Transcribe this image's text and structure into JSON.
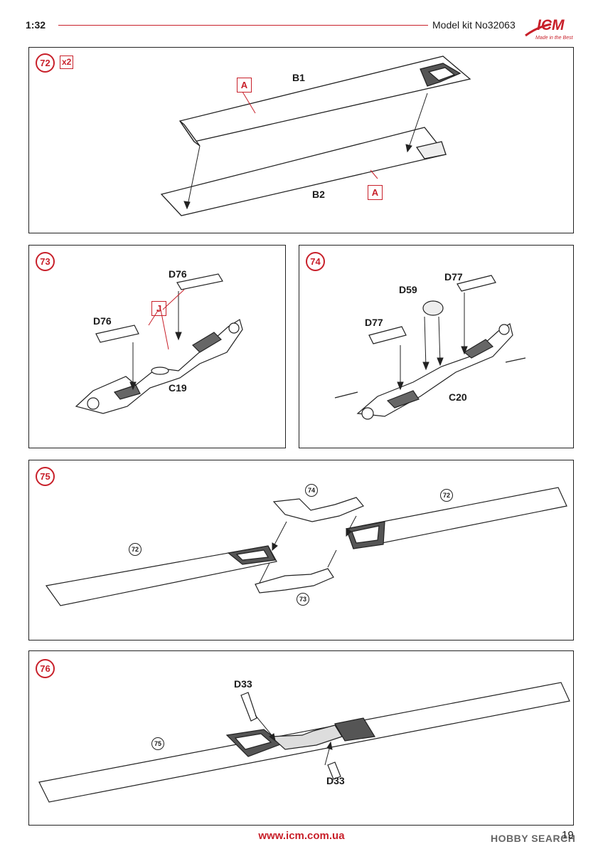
{
  "header": {
    "scale": "1:32",
    "kit": "Model kit No32063"
  },
  "logo": {
    "brand": "ICM",
    "tagline": "Made in the Best"
  },
  "steps": {
    "s72": {
      "number": "72",
      "multiplier": "x2",
      "parts": {
        "b1": "B1",
        "b2": "B2"
      },
      "markings": {
        "a1": "A",
        "a2": "A"
      }
    },
    "s73": {
      "number": "73",
      "parts": {
        "d76a": "D76",
        "d76b": "D76",
        "c19": "C19"
      },
      "markings": {
        "j": "J"
      }
    },
    "s74": {
      "number": "74",
      "parts": {
        "d77a": "D77",
        "d77b": "D77",
        "d59": "D59",
        "c20": "C20"
      }
    },
    "s75": {
      "number": "75",
      "refs": {
        "r74": "74",
        "r72a": "72",
        "r72b": "72",
        "r73": "73"
      }
    },
    "s76": {
      "number": "76",
      "parts": {
        "d33a": "D33",
        "d33b": "D33"
      },
      "refs": {
        "r75": "75"
      }
    }
  },
  "footer": {
    "url": "www.icm.com.ua",
    "page": "19",
    "watermark": "HOBBY SEARCH"
  },
  "colors": {
    "accent": "#c8202a",
    "line": "#222222"
  }
}
